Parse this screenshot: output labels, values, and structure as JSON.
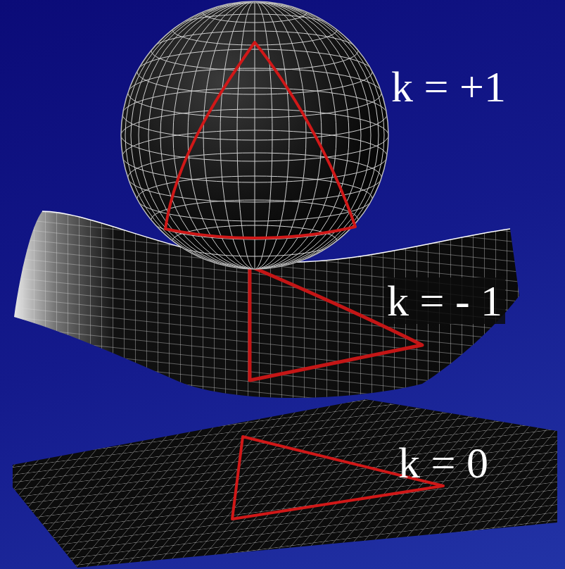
{
  "diagram": {
    "labels": [
      "k = +1",
      "k = - 1",
      "k = 0"
    ]
  }
}
